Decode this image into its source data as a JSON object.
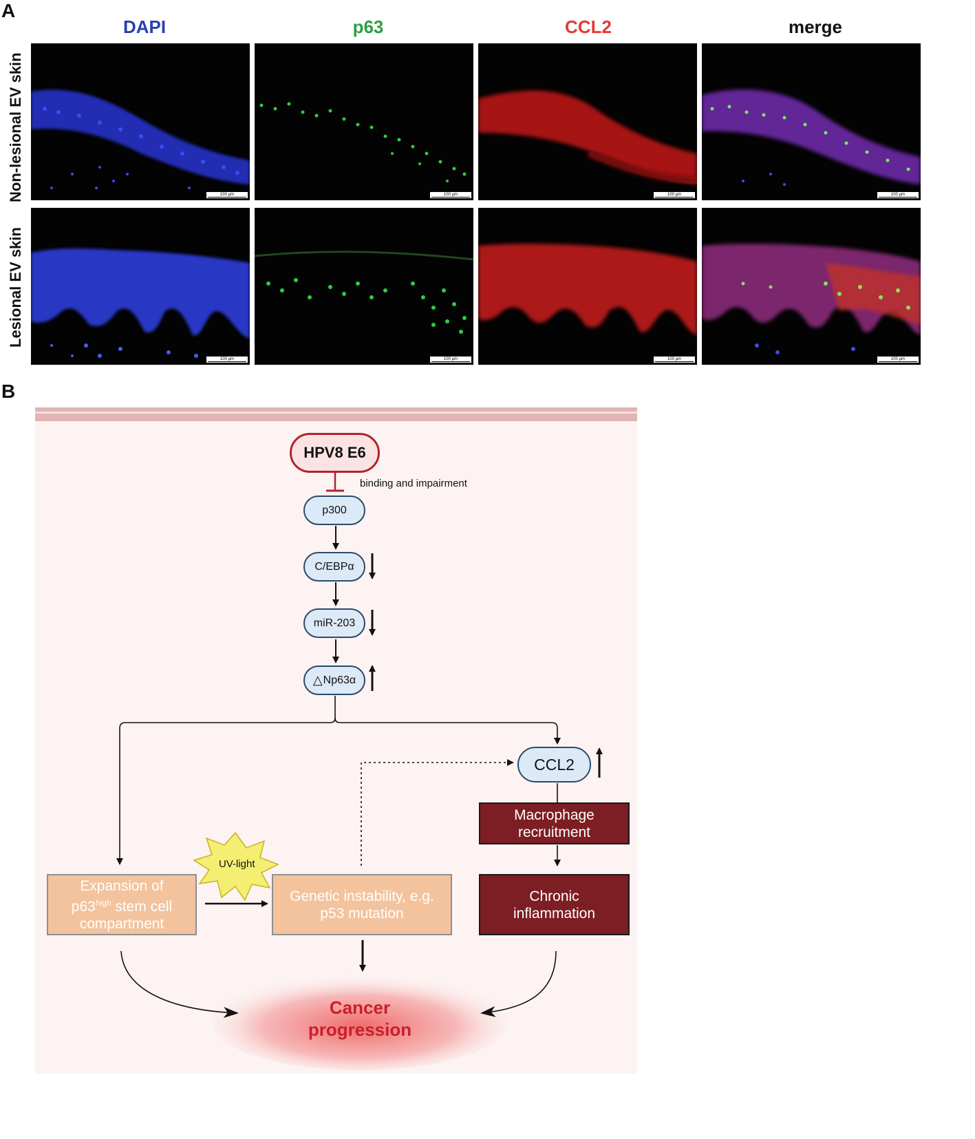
{
  "panel_a": {
    "letter": "A",
    "columns": [
      {
        "label": "DAPI",
        "color": "#2a3fb0"
      },
      {
        "label": "p63",
        "color": "#2ea043"
      },
      {
        "label": "CCL2",
        "color": "#e53935"
      },
      {
        "label": "merge",
        "color": "#111111"
      }
    ],
    "rows": [
      "Non-lesional EV skin",
      "Lesional EV skin"
    ],
    "scale_bar": "100 µm"
  },
  "panel_b": {
    "letter": "B",
    "hpv": "HPV8 E6",
    "binding_label": "binding and impairment",
    "p300": "p300",
    "cebpa": "C/EBPα",
    "mir203": "miR-203",
    "np63_delta": "△",
    "np63": "Np63α",
    "ccl2": "CCL2",
    "macrophage": "Macrophage recruitment",
    "chronic": "Chronic inflammation",
    "expansion_pre": "Expansion of",
    "expansion_p63": "p63",
    "expansion_sup": "high",
    "expansion_post": " stem cell",
    "expansion_last": "compartment",
    "genetic": "Genetic instability, e.g. p53 mutation",
    "uv": "UV-light",
    "cancer": "Cancer progression"
  }
}
